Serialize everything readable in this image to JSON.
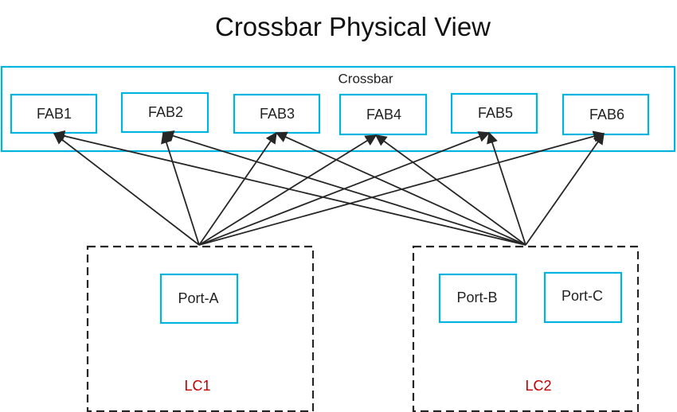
{
  "title": "Crossbar Physical View",
  "crossbar": {
    "label": "Crossbar",
    "fabrics": [
      "FAB1",
      "FAB2",
      "FAB3",
      "FAB4",
      "FAB5",
      "FAB6"
    ]
  },
  "line_cards": [
    {
      "label": "LC1",
      "ports": [
        "Port-A"
      ]
    },
    {
      "label": "LC2",
      "ports": [
        "Port-B",
        "Port-C"
      ]
    }
  ],
  "edges": [
    {
      "from": "LC1",
      "to": "FAB1"
    },
    {
      "from": "LC1",
      "to": "FAB2"
    },
    {
      "from": "LC1",
      "to": "FAB3"
    },
    {
      "from": "LC1",
      "to": "FAB4"
    },
    {
      "from": "LC1",
      "to": "FAB5"
    },
    {
      "from": "LC1",
      "to": "FAB6"
    },
    {
      "from": "LC2",
      "to": "FAB1"
    },
    {
      "from": "LC2",
      "to": "FAB2"
    },
    {
      "from": "LC2",
      "to": "FAB3"
    },
    {
      "from": "LC2",
      "to": "FAB4"
    },
    {
      "from": "LC2",
      "to": "FAB5"
    },
    {
      "from": "LC2",
      "to": "FAB6"
    }
  ],
  "colors": {
    "box": "#00b4e1",
    "lc_label": "#c00000",
    "line": "#262626"
  }
}
